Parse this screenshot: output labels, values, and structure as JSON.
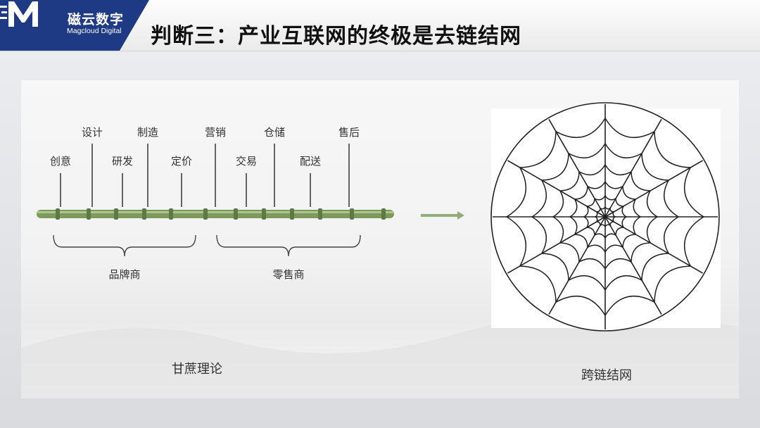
{
  "header": {
    "brand_cn": "磁云数字",
    "brand_en": "Magcloud Digital",
    "title": "判断三：产业互联网的终极是去链结网",
    "brand_color": "#1f3a84"
  },
  "chain_diagram": {
    "stages": [
      {
        "label": "创意",
        "row": "low"
      },
      {
        "label": "设计",
        "row": "high"
      },
      {
        "label": "研发",
        "row": "low"
      },
      {
        "label": "制造",
        "row": "high"
      },
      {
        "label": "定价",
        "row": "low"
      },
      {
        "label": "营销",
        "row": "high"
      },
      {
        "label": "交易",
        "row": "low"
      },
      {
        "label": "仓储",
        "row": "high"
      },
      {
        "label": "配送",
        "row": "low"
      },
      {
        "label": "售后",
        "row": "high"
      }
    ],
    "groups": [
      {
        "label": "品牌商"
      },
      {
        "label": "零售商"
      }
    ],
    "caption": "甘蔗理论",
    "stalk_color": "#7d9a5c"
  },
  "arrow": {
    "color": "#8fae7a"
  },
  "web_diagram": {
    "caption": "跨链结网"
  }
}
